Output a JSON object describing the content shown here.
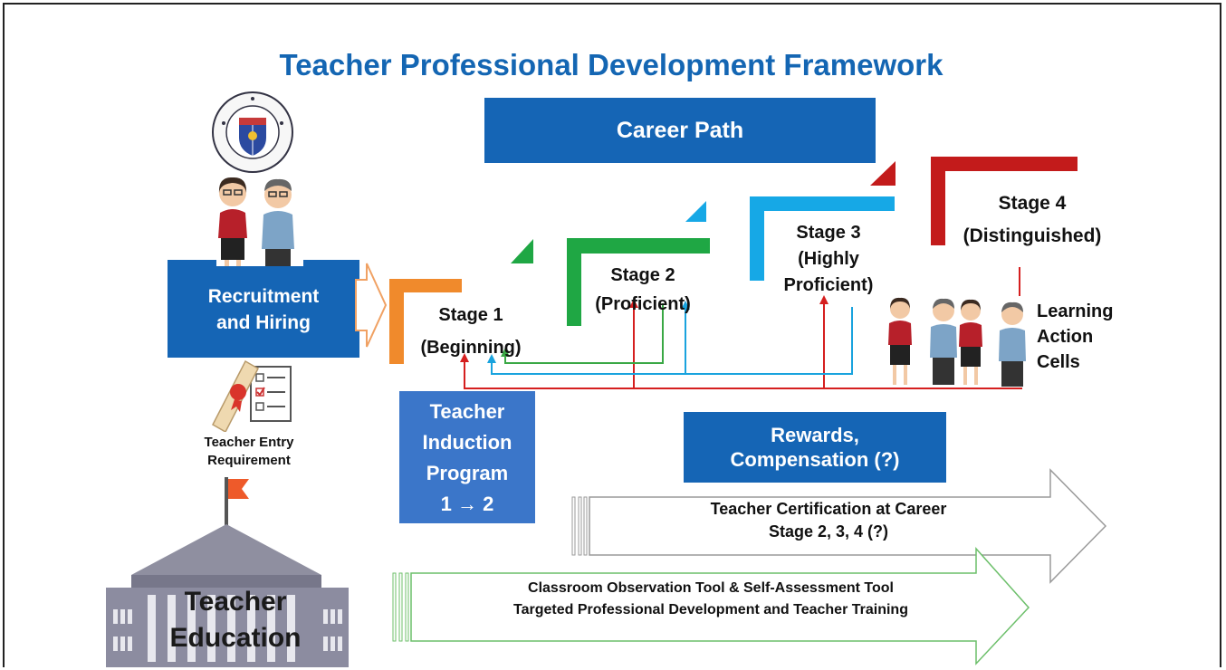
{
  "title": "Teacher Professional Development Framework",
  "career_path": "Career Path",
  "recruitment": {
    "line1": "Recruitment",
    "line2": "and Hiring"
  },
  "entry_requirement": {
    "line1": "Teacher Entry",
    "line2": "Requirement"
  },
  "teacher_education": {
    "line1": "Teacher",
    "line2": "Education"
  },
  "stages": [
    {
      "line1": "Stage 1",
      "line2": "(Beginning)",
      "color": "#f08a2c"
    },
    {
      "line1": "Stage 2",
      "line2": "(Proficient)",
      "color": "#1fa744"
    },
    {
      "line1": "Stage 3",
      "line2": "(Highly",
      "line3": "Proficient)",
      "color": "#16a8e6"
    },
    {
      "line1": "Stage 4",
      "line2": "(Distinguished)",
      "color": "#c31b1b"
    }
  ],
  "lac": {
    "line1": "Learning",
    "line2": "Action",
    "line3": "Cells"
  },
  "induction": {
    "line1": "Teacher",
    "line2": "Induction",
    "line3": "Program",
    "line4": "1 → 2"
  },
  "rewards": {
    "line1": "Rewards,",
    "line2": "Compensation (?)"
  },
  "certification": {
    "line1": "Teacher Certification at Career",
    "line2": "Stage 2, 3, 4 (?)"
  },
  "observation": {
    "line1": "Classroom Observation Tool & Self-Assessment Tool",
    "line2": "Targeted Professional Development and Teacher Training"
  },
  "colors": {
    "brand_blue": "#1565b5",
    "title_blue": "#1466b3",
    "induction_blue": "#3b76c9",
    "arrow_red": "#d51f1f",
    "arrow_green": "#3aa845",
    "arrow_cyan": "#19a3de"
  }
}
